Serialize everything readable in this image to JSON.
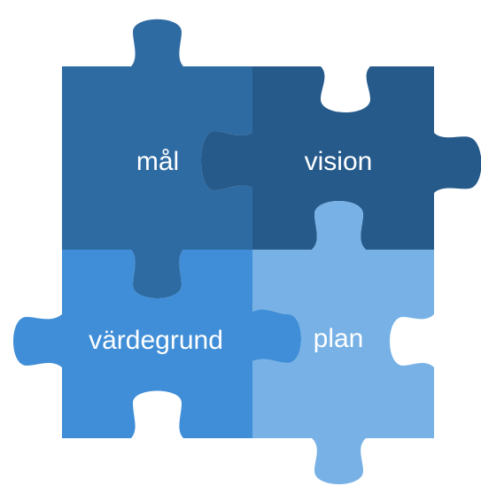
{
  "pieces": {
    "mal": {
      "label": "mål",
      "color": "#2e6ba3"
    },
    "vision": {
      "label": "vision",
      "color": "#255a8b"
    },
    "vardegrund": {
      "label": "värdegrund",
      "color": "#3f8ed7"
    },
    "plan": {
      "label": "plan",
      "color": "#77b1e6"
    }
  }
}
